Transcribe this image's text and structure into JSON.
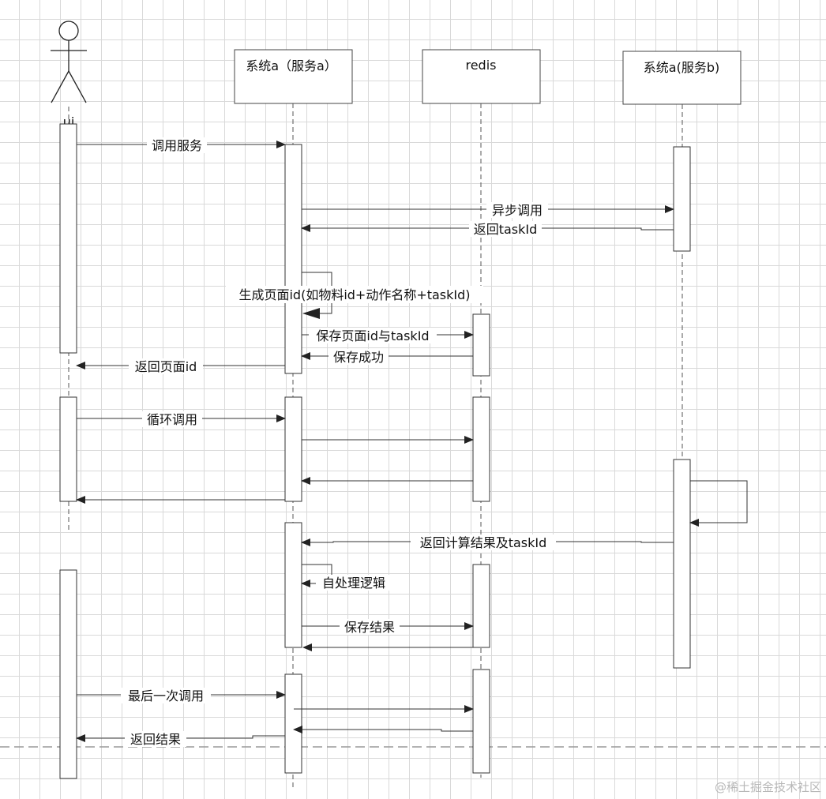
{
  "participants": {
    "actor": "ui",
    "service_a": "系统a（服务a）",
    "redis": "redis",
    "service_b": "系统a(服务b)"
  },
  "messages": {
    "call_service": "调用服务",
    "async_call": "异步调用",
    "return_taskid": "返回taskId",
    "gen_page_id": "生成页面id(如物料id+动作名称+taskId)",
    "save_page_taskid": "保存页面id与taskId",
    "save_success": "保存成功",
    "return_page_id": "返回页面id",
    "loop_call": "循环调用",
    "return_result_taskid": "返回计算结果及taskId",
    "self_process": "自处理逻辑",
    "save_result": "保存结果",
    "last_call": "最后一次调用",
    "return_result": "返回结果"
  },
  "watermark": "@稀土掘金技术社区"
}
